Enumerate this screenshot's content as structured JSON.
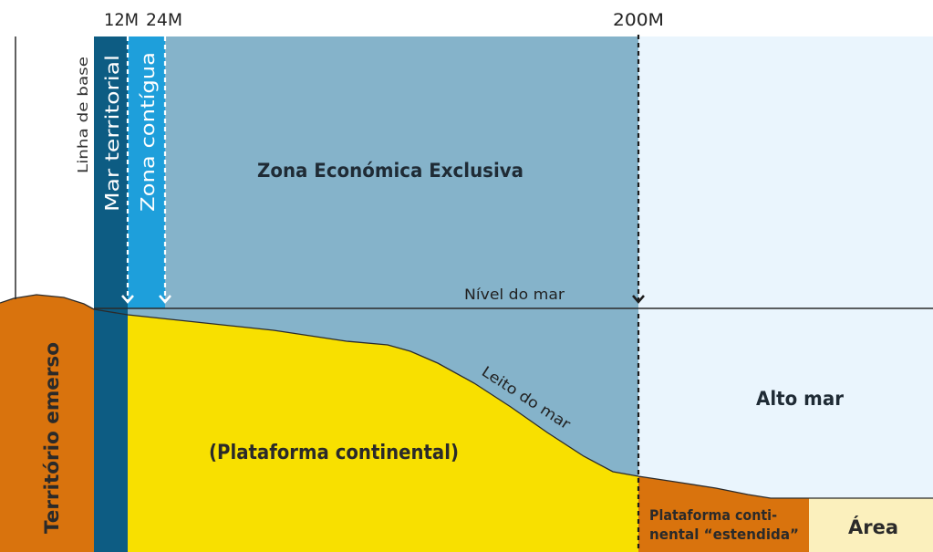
{
  "markers": {
    "m12": "12M",
    "m24": "24M",
    "m200": "200M"
  },
  "labels": {
    "baseline": "Linha de base",
    "territorial_sea": "Mar territorial",
    "contiguous_zone": "Zona contígua",
    "eez": "Zona Económica Exclusiva",
    "sea_level": "Nível do mar",
    "seabed": "Leito do mar",
    "high_seas": "Alto mar",
    "emerged_territory": "Território emerso",
    "continental_shelf": "(Plataforma continental)",
    "extended_shelf_line1": "Plataforma conti-",
    "extended_shelf_line2": "nental “estendida”",
    "area": "Área"
  },
  "colors": {
    "territorial_sea": "#0d5c83",
    "contiguous_zone": "#1e9fdb",
    "eez": "#85b3ca",
    "high_seas": "#eaf5fd",
    "land": "#d9730d",
    "shelf": "#f8e000",
    "area": "#fbf0bd",
    "lines": "#2b2b2b"
  }
}
